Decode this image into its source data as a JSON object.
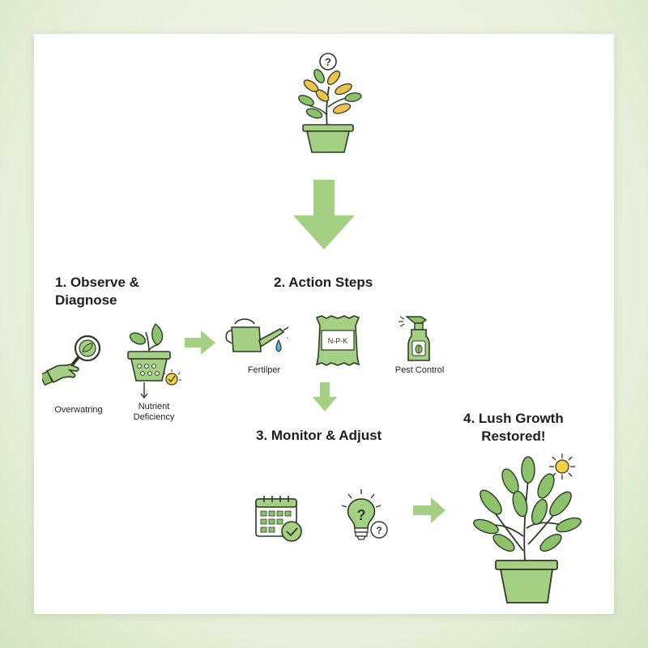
{
  "colors": {
    "accent_green": "#a5d083",
    "leaf_green": "#8cc36a",
    "outline": "#2c3a26",
    "yellow_leaf": "#efc34a",
    "sun": "#f4d23c",
    "water": "#5ab4e0",
    "background": "#ffffff"
  },
  "steps": {
    "observe": {
      "title": "1. Observe &\nDiagnose"
    },
    "action": {
      "title": "2. Action Steps"
    },
    "monitor": {
      "title": "3. Monitor & Adjust"
    },
    "lush": {
      "title": "4. Lush Growth\nRestored!"
    }
  },
  "labels": {
    "overwatering": "Overwatring",
    "nutrient": "Nutrient\nDeficiency",
    "fertilizer": "Fertilper",
    "pest_control": "Pest Control",
    "npk": "N-P-K"
  },
  "icons": {
    "unhealthy_plant": "wilting-plant-question-icon",
    "magnifier": "magnifying-glass-hand-icon",
    "nutrient_pot": "pot-with-sprout-icon",
    "watering_can": "watering-can-icon",
    "fertilizer_bag": "fertilizer-bag-icon",
    "spray_bottle": "pest-spray-bottle-icon",
    "calendar": "calendar-check-icon",
    "lightbulb": "lightbulb-question-icon",
    "healthy_plant": "healthy-plant-sun-icon"
  }
}
